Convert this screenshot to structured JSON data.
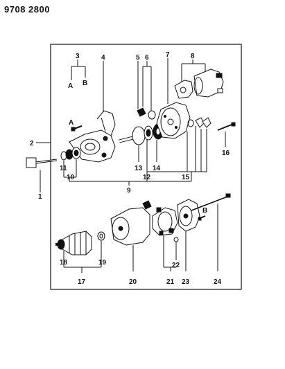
{
  "header": {
    "code": "9708 2800"
  },
  "diagram": {
    "line_color": "#111111",
    "callouts": {
      "n1": "1",
      "n2": "2",
      "n3": "3",
      "n4": "4",
      "n5": "5",
      "n6": "6",
      "n7": "7",
      "n8": "8",
      "n9": "9",
      "n10": "10",
      "n11": "11",
      "n12": "12",
      "n13": "13",
      "n14": "14",
      "n15": "15",
      "n16": "16",
      "n17": "17",
      "n18": "18",
      "n19": "19",
      "n20": "20",
      "n21": "21",
      "n22": "22",
      "n23": "23",
      "n24": "24",
      "a1": "A",
      "b1": "B",
      "a2": "A",
      "b2": "B"
    }
  }
}
